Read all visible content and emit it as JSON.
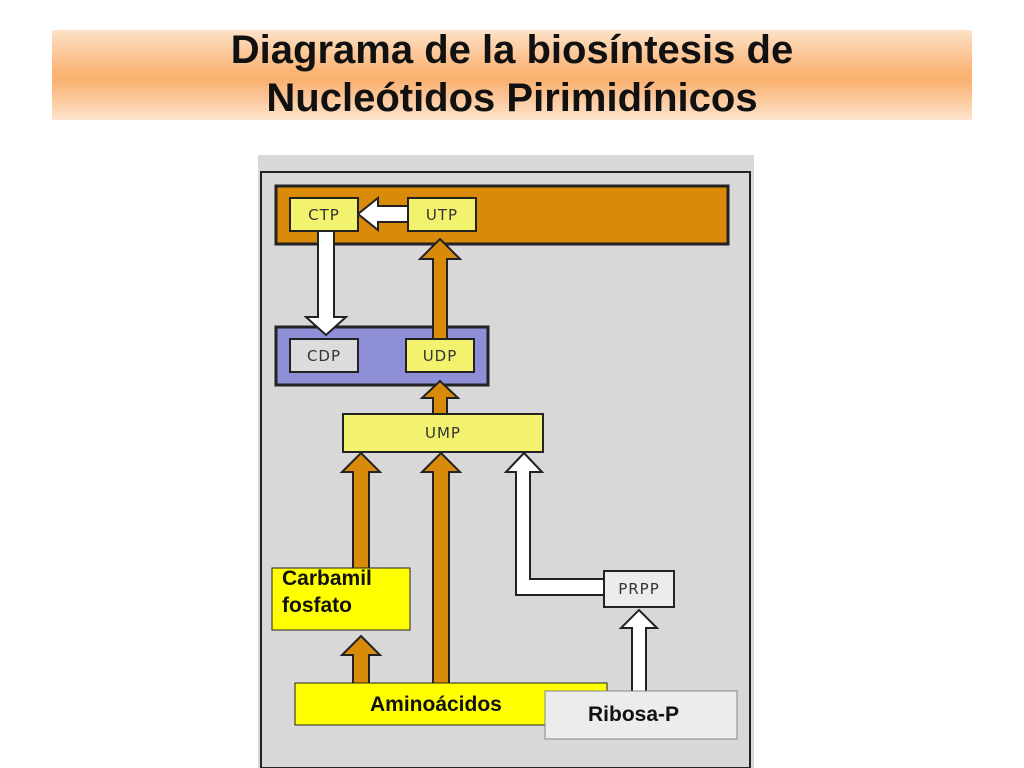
{
  "title": {
    "line1": "Diagrama de  la biosíntesis de",
    "line2": "Nucleótidos Pirimidínicos"
  },
  "nodes": {
    "ctp": "CTP",
    "utp": "UTP",
    "cdp": "CDP",
    "udp": "UDP",
    "ump": "UMP",
    "prpp": "PRPP"
  },
  "labels": {
    "carbamil_line1": "Carbamil",
    "carbamil_line2": "fosfato",
    "aminoacidos": "Aminoácidos",
    "ribosa": "Ribosa-P"
  },
  "colors": {
    "orange": "#d98a08",
    "yellow": "#f2f26e",
    "purple": "#8f8fd8",
    "grey_panel": "#d8d8d8",
    "label_yellow": "#ffff00"
  }
}
